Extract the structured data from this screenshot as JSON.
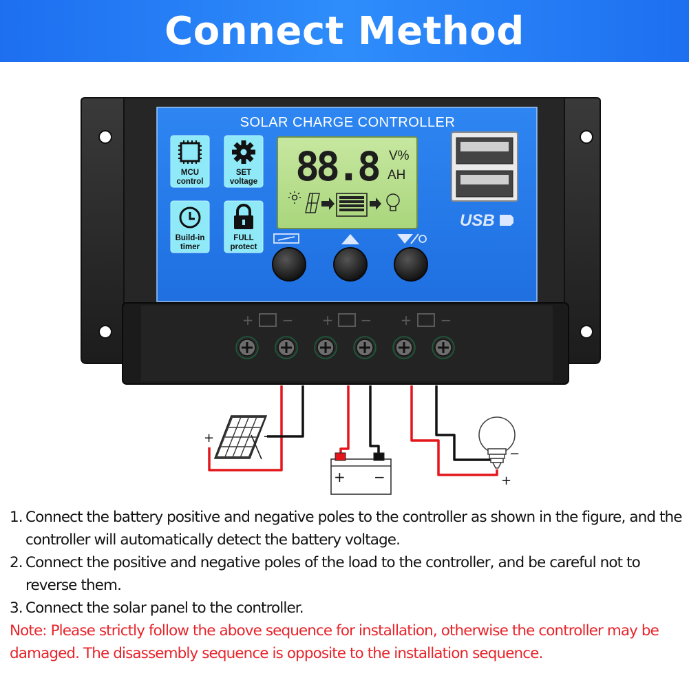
{
  "header": {
    "title": "Connect Method"
  },
  "controller": {
    "panel_title": "SOLAR CHARGE CONTROLLER",
    "features": [
      {
        "icon": "chip-icon",
        "lines": [
          "MCU",
          "control"
        ]
      },
      {
        "icon": "gear-icon",
        "lines": [
          "SET",
          "voltage"
        ]
      },
      {
        "icon": "clock-icon",
        "lines": [
          "Build-in",
          "timer"
        ]
      },
      {
        "icon": "lock-icon",
        "lines": [
          "FULL",
          "protect"
        ]
      }
    ],
    "lcd": {
      "digits": "88.8",
      "unit_top": "V%",
      "unit_bottom": "AH"
    },
    "usb_label": "USB",
    "button_icons": [
      "menu-icon",
      "up-arrow-icon",
      "down-light-icon"
    ],
    "terminal_signs": [
      "+",
      "−"
    ]
  },
  "wiring": {
    "solar_sign_pos": "+",
    "solar_sign_neg": "−",
    "battery_sign_pos": "+",
    "battery_sign_neg": "−",
    "load_sign_pos": "+",
    "load_sign_neg": "−",
    "positive_color": "#e4161b",
    "negative_color": "#111111"
  },
  "instructions": [
    {
      "num": "1.",
      "text": "Connect the battery positive and negative poles to the controller as shown in the figure, and the controller will automatically detect the battery voltage."
    },
    {
      "num": "2.",
      "text": "Connect the positive and negative poles of the load to the controller, and be careful not to reverse them."
    },
    {
      "num": "3.",
      "text": "Connect the solar panel to the controller."
    }
  ],
  "note": "Note: Please strictly follow the above sequence for installation, otherwise the controller may be damaged. The disassembly sequence is opposite to the installation sequence."
}
